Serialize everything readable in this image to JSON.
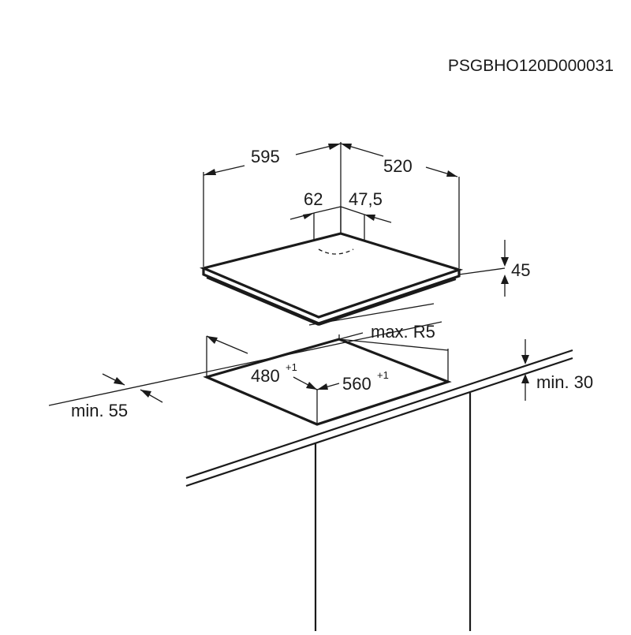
{
  "drawing_code": "PSGBHO120D000031",
  "dimensions": {
    "width": "595",
    "depth": "520",
    "rear_left": "62",
    "rear_right": "47,5",
    "height": "45",
    "corner_radius": "max. R5",
    "cutout_depth": "480",
    "cutout_depth_tol": "+1",
    "cutout_width": "560",
    "cutout_width_tol": "+1",
    "min_front": "min. 55",
    "min_top": "min. 30"
  }
}
